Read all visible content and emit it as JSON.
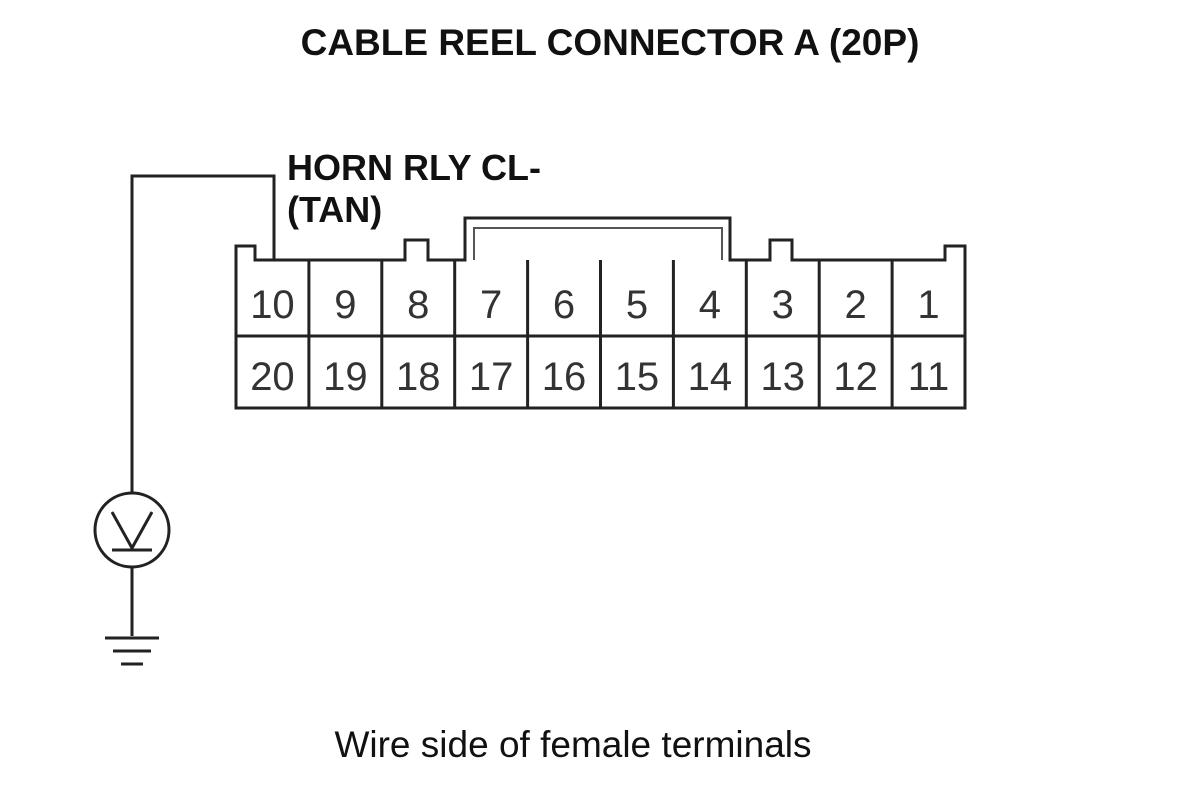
{
  "title": "CABLE REEL CONNECTOR A (20P)",
  "wire_label": {
    "line1": "HORN RLY CL-",
    "line2": "(TAN)"
  },
  "connector": {
    "top_row": [
      "10",
      "9",
      "8",
      "7",
      "6",
      "5",
      "4",
      "3",
      "2",
      "1"
    ],
    "bottom_row": [
      "20",
      "19",
      "18",
      "17",
      "16",
      "15",
      "14",
      "13",
      "12",
      "11"
    ]
  },
  "meter": {
    "symbol": "V",
    "icon": "voltmeter-icon"
  },
  "ground": {
    "icon": "ground-icon"
  },
  "caption": "Wire side of female terminals"
}
